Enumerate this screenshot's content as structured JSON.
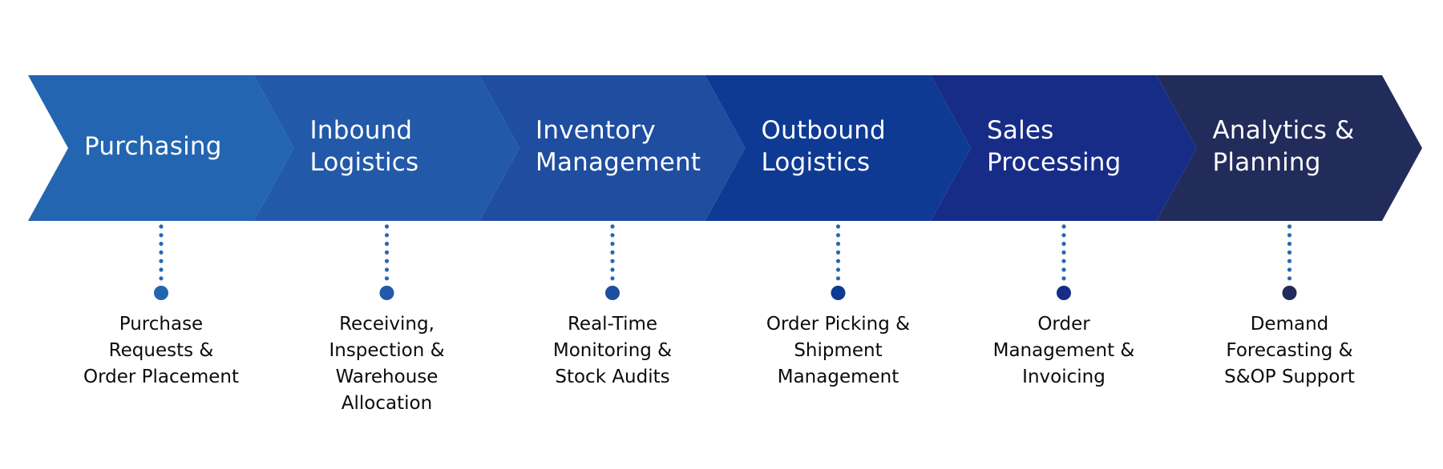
{
  "diagram": {
    "type": "process-chevron-flow",
    "connector_dot_color": "#2867B6",
    "stages": [
      {
        "title_lines": [
          "Purchasing"
        ],
        "description_lines": [
          "Purchase",
          "Requests &",
          "Order Placement"
        ],
        "color": "#2365B1"
      },
      {
        "title_lines": [
          "Inbound",
          "Logistics"
        ],
        "description_lines": [
          "Receiving,",
          "Inspection &",
          "Warehouse",
          "Allocation"
        ],
        "color": "#2259A8"
      },
      {
        "title_lines": [
          "Inventory",
          "Management"
        ],
        "description_lines": [
          "Real-Time",
          "Monitoring &",
          "Stock Audits"
        ],
        "color": "#1F4D9F"
      },
      {
        "title_lines": [
          "Outbound",
          "Logistics"
        ],
        "description_lines": [
          "Order Picking &",
          "Shipment",
          "Management"
        ],
        "color": "#0E3A93"
      },
      {
        "title_lines": [
          "Sales",
          "Processing"
        ],
        "description_lines": [
          "Order",
          "Management &",
          "Invoicing"
        ],
        "color": "#172C87"
      },
      {
        "title_lines": [
          "Analytics &",
          "Planning"
        ],
        "description_lines": [
          "Demand",
          "Forecasting &",
          "S&OP Support"
        ],
        "color": "#222C5B"
      }
    ]
  }
}
